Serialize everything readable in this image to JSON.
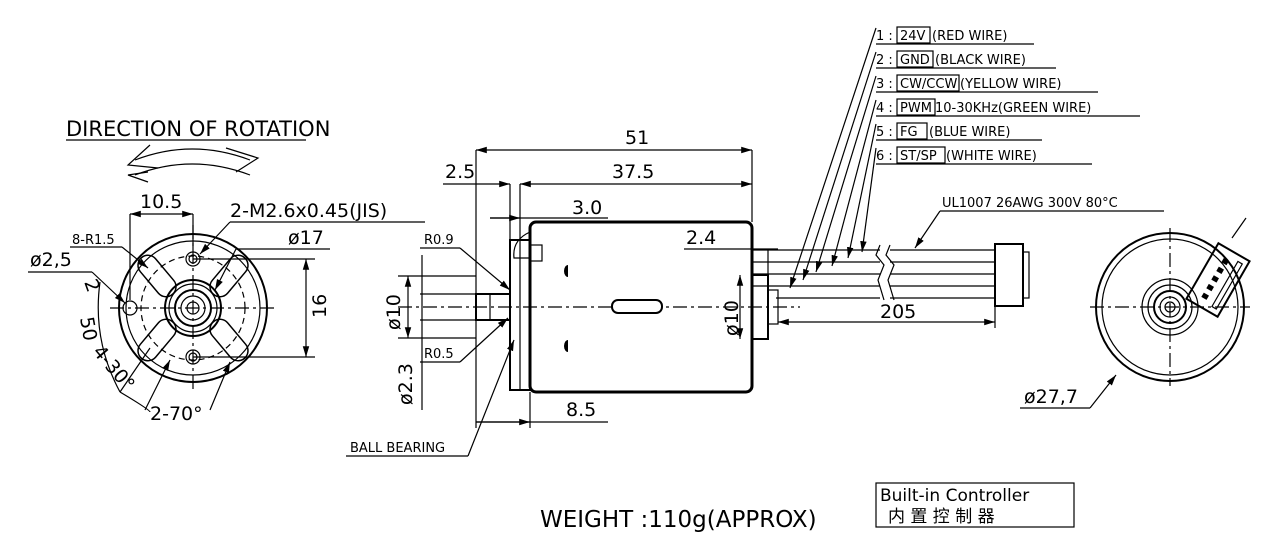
{
  "direction_label": "DIRECTION OF ROTATION",
  "front_view": {
    "d_10_5": "10.5",
    "thread": "2-M2.6x0.45(JIS)",
    "d_17": "ø17",
    "r_8": "8-R1.5",
    "d_2_5": "ø2,5",
    "d_16": "16",
    "n_2": "2",
    "n_50": "50",
    "n_4_30": "4-30°",
    "n_2_70": "2-70°"
  },
  "side_view": {
    "d_51": "51",
    "d_2_5": "2.5",
    "d_37_5": "37.5",
    "d_3_0": "3.0",
    "d_2_4": "2.4",
    "r_0_9": "R0.9",
    "r_0_5": "R0.5",
    "d_10_left": "ø10",
    "d_2_3": "ø2.3",
    "d_10_right": "ø10",
    "d_8_5": "8.5",
    "d_205": "205",
    "cable": "UL1007 26AWG 300V 80°C",
    "ball_bearing": "BALL BEARING"
  },
  "wires": [
    {
      "num": "1 :",
      "tag": "24V",
      "desc": " (RED WIRE)"
    },
    {
      "num": "2 :",
      "tag": "GND",
      "desc": " (BLACK WIRE)"
    },
    {
      "num": "3 :",
      "tag": "CW/CCW",
      "desc": " (YELLOW WIRE)"
    },
    {
      "num": "4 :",
      "tag": "PWM",
      "desc": " 10-30KHz(GREEN WIRE)"
    },
    {
      "num": "5 :",
      "tag": "FG",
      "desc": " (BLUE WIRE)"
    },
    {
      "num": "6 :",
      "tag": "ST/SP",
      "desc": " (WHITE WIRE)"
    }
  ],
  "rear_view": {
    "d_27_7": "ø27,7"
  },
  "weight": "WEIGHT :110g(APPROX)",
  "controller": {
    "line1": "Built-in Controller",
    "line2": "内 置 控 制 器"
  }
}
